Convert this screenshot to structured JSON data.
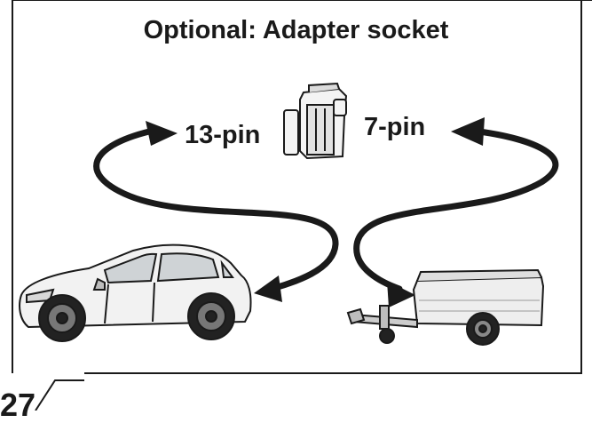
{
  "title": "Optional: Adapter socket",
  "labels": {
    "pin13": "13-pin",
    "pin7": "7-pin"
  },
  "page_number": "27",
  "icons": {
    "adapter": "adapter-socket-icon",
    "car": "car-icon",
    "trailer": "trailer-icon",
    "arrow": "curved-arrow-icon"
  },
  "colors": {
    "stroke": "#1a1a1a",
    "car_body": "#f2f2f2",
    "trailer_body": "#eeeeee"
  }
}
